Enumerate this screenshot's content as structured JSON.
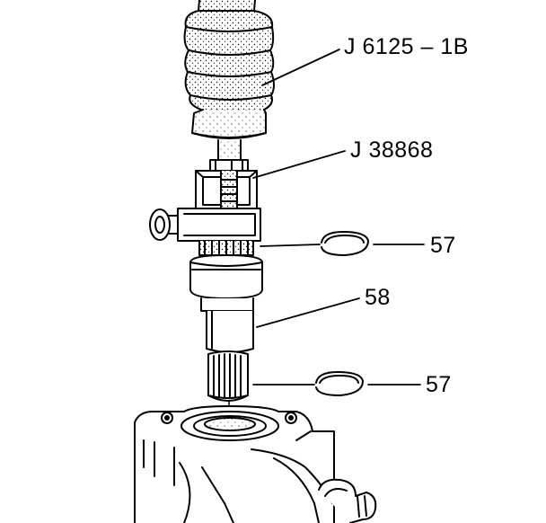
{
  "callouts": {
    "tool_handle": "J 6125 – 1B",
    "tool_adapter": "J 38868",
    "retaining_ring_upper": "57",
    "shaft": "58",
    "retaining_ring_lower": "57"
  },
  "colors": {
    "ink": "#000000",
    "paper": "#ffffff"
  }
}
